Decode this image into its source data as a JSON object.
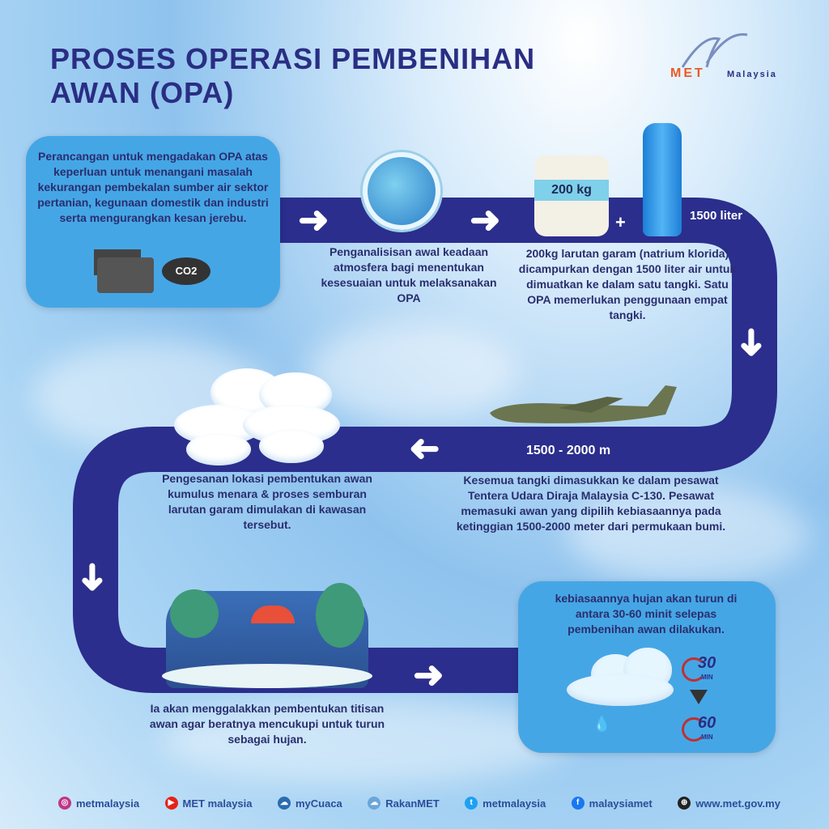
{
  "title": {
    "line1": "PROSES OPERASI PEMBENIHAN",
    "line2": "AWAN (OPA)"
  },
  "logo": {
    "met": "MET",
    "malaysia": "Malaysia"
  },
  "steps": [
    {
      "text": "Perancangan untuk mengadakan OPA atas keperluan untuk menangani masalah kekurangan pembekalan sumber air sektor pertanian, kegunaan domestik dan industri serta mengurangkan kesan jerebu."
    },
    {
      "text": "Penganalisisan awal keadaan atmosfera bagi menentukan kesesuaian untuk melaksanakan OPA"
    },
    {
      "text": "200kg larutan garam (natrium klorida) dicampurkan dengan 1500 liter air untuk dimuatkan ke dalam satu tangki. Satu OPA memerlukan penggunaan empat tangki."
    },
    {
      "text": "Kesemua tangki dimasukkan ke dalam pesawat Tentera Udara Diraja Malaysia C-130. Pesawat memasuki awan yang dipilih kebiasaannya pada ketinggian 1500-2000 meter dari permukaan bumi."
    },
    {
      "text": "Pengesanan lokasi pembentukan awan kumulus menara & proses semburan larutan garam dimulakan di kawasan tersebut."
    },
    {
      "text": "Ia akan menggalakkan pembentukan titisan awan agar beratnya mencukupi untuk turun sebagai hujan."
    },
    {
      "text": "kebiasaannya hujan akan turun di antara 30-60 minit selepas pembenihan awan dilakukan."
    }
  ],
  "labels": {
    "co2": "CO2",
    "salt": "200 kg",
    "plus": "+",
    "water": "1500 liter",
    "altitude": "1500 - 2000 m",
    "min30": "30",
    "min60": "60",
    "min": "MIN"
  },
  "footer": [
    {
      "icon": "instagram-icon",
      "label": "metmalaysia",
      "color": "#c13584"
    },
    {
      "icon": "youtube-icon",
      "label": "MET malaysia",
      "color": "#e62117"
    },
    {
      "icon": "mycuaca-icon",
      "label": "myCuaca",
      "color": "#2a6cb0"
    },
    {
      "icon": "rakanmet-icon",
      "label": "RakanMET",
      "color": "#6aa6d8"
    },
    {
      "icon": "twitter-icon",
      "label": "metmalaysia",
      "color": "#1da1f2"
    },
    {
      "icon": "facebook-icon",
      "label": "malaysiamet",
      "color": "#1877f2"
    },
    {
      "icon": "globe-icon",
      "label": "www.met.gov.my",
      "color": "#222222"
    }
  ],
  "colors": {
    "path": "#2b2e8c",
    "box": "#45a6e6",
    "title": "#2a2e83"
  }
}
